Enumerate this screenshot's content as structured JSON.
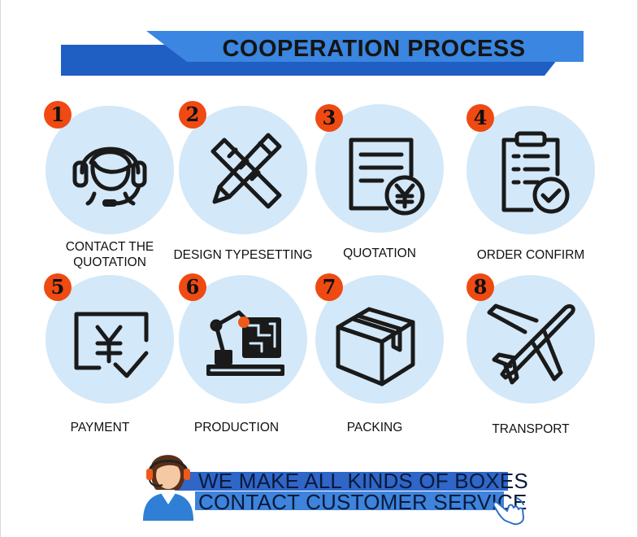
{
  "header": {
    "title": "COOPERATION PROCESS"
  },
  "steps": [
    {
      "number": "1",
      "label_line1": "CONTACT THE",
      "label_line2": "QUOTATION",
      "icon": "headset-agent-icon"
    },
    {
      "number": "2",
      "label_line1": "DESIGN TYPESETTING",
      "label_line2": "",
      "icon": "pencil-ruler-icon"
    },
    {
      "number": "3",
      "label_line1": "QUOTATION",
      "label_line2": "",
      "icon": "quotation-document-yen-icon"
    },
    {
      "number": "4",
      "label_line1": "ORDER CONFIRM",
      "label_line2": "",
      "icon": "clipboard-check-icon"
    },
    {
      "number": "5",
      "label_line1": "PAYMENT",
      "label_line2": "",
      "icon": "yen-payment-check-icon"
    },
    {
      "number": "6",
      "label_line1": "PRODUCTION",
      "label_line2": "",
      "icon": "robot-arm-factory-icon"
    },
    {
      "number": "7",
      "label_line1": "PACKING",
      "label_line2": "",
      "icon": "box-package-icon"
    },
    {
      "number": "8",
      "label_line1": "TRANSPORT",
      "label_line2": "",
      "icon": "airplane-icon"
    }
  ],
  "cta": {
    "line1": "WE MAKE ALL KINDS OF BOXES",
    "line2": "CONTACT CUSTOMER SERVICE"
  },
  "colors": {
    "banner_dark": "#1f5fc4",
    "banner_light": "#3a86e0",
    "circle": "#d3e8f8",
    "number_badge": "#ef4a12",
    "icon_stroke": "#1a1a1a",
    "accent_orange": "#ef5a1c"
  }
}
